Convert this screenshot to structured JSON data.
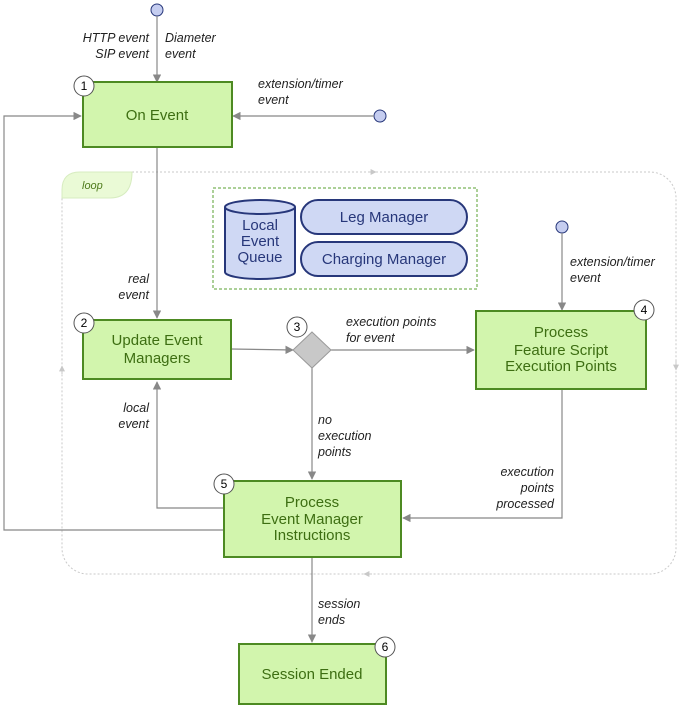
{
  "nodes": {
    "on_event": "On Event",
    "update_line1": "Update Event",
    "update_line2": "Managers",
    "feature_line1": "Process",
    "feature_line2": "Feature Script",
    "feature_line3": "Execution Points",
    "instr_line1": "Process",
    "instr_line2": "Event Manager",
    "instr_line3": "Instructions",
    "session_ended": "Session Ended"
  },
  "managers": {
    "queue_line1": "Local",
    "queue_line2": "Event",
    "queue_line3": "Queue",
    "leg_manager": "Leg Manager",
    "charging_manager": "Charging Manager"
  },
  "numbers": {
    "n1": "1",
    "n2": "2",
    "n3": "3",
    "n4": "4",
    "n5": "5",
    "n6": "6"
  },
  "labels": {
    "http_event": "HTTP event",
    "sip_event": "SIP event",
    "diameter_1": "Diameter",
    "diameter_2": "event",
    "ext_timer_1a": "extension/timer",
    "ext_timer_1b": "event",
    "ext_timer_2a": "extension/timer",
    "ext_timer_2b": "event",
    "real_1": "real",
    "real_2": "event",
    "exec_pts_1": "execution points",
    "exec_pts_2": "for event",
    "local_1": "local",
    "local_2": "event",
    "no_exec_1": "no",
    "no_exec_2": "execution",
    "no_exec_3": "points",
    "processed_1": "execution",
    "processed_2": "points",
    "processed_3": "processed",
    "session_1": "session",
    "session_2": "ends",
    "loop": "loop"
  },
  "colors": {
    "box_fill": "#d2f5ad",
    "box_stroke": "#4d8a22",
    "box_text": "#3d6e12",
    "pill_fill": "#cfd8f4",
    "pill_stroke": "#27377a",
    "arrow": "#888888"
  }
}
